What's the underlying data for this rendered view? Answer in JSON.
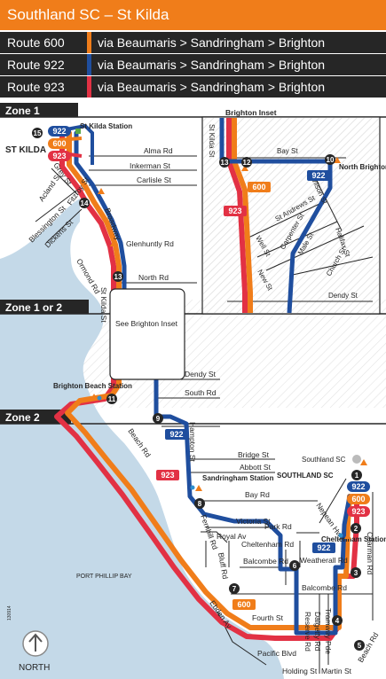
{
  "header": {
    "title": "Southland SC – St Kilda"
  },
  "routes": [
    {
      "name": "Route 600",
      "via": "via Beaumaris > Sandringham > Brighton",
      "color": "#f07d1a"
    },
    {
      "name": "Route 922",
      "via": "via Beaumaris > Sandringham > Brighton",
      "color": "#1f4e9e"
    },
    {
      "name": "Route 923",
      "via": "via Beaumaris > Sandringham > Brighton",
      "color": "#e23144"
    }
  ],
  "zones": {
    "zone1": "Zone 1",
    "zone12": "Zone 1 or 2",
    "zone2": "Zone 2"
  },
  "inset": {
    "title": "Brighton Inset",
    "streets": {
      "bay": "Bay St",
      "st_kilda": "St Kilda St",
      "wilson": "Wilson St",
      "st_andrews": "St Andrews St",
      "well": "Well St",
      "carpenter": "Carpenter St",
      "male": "Male St",
      "halifax": "Halifax St",
      "church": "Church St",
      "new": "New St",
      "dendy": "Dendy St"
    },
    "stops": {
      "s13": "13",
      "s12": "12",
      "s10": "10"
    },
    "station": "North Brighton Station",
    "route_labels": {
      "r922": "922",
      "r600": "600",
      "r923": "923"
    }
  },
  "streets": {
    "alma": "Alma Rd",
    "inkerman": "Inkerman St",
    "carlisle": "Carlisle St",
    "fitzroy": "Fitzroy St",
    "grey": "Grey St",
    "acland": "Acland St",
    "blessington": "Blessington St",
    "dickens": "Dickens St",
    "broadway": "Broadway",
    "glenhuntly": "Glenhuntly Rd",
    "ormond": "Ormond Rd",
    "north": "North Rd",
    "st_kilda": "St Kilda St",
    "dendy": "Dendy St",
    "south": "South Rd",
    "hampton": "Hampton St",
    "bridge": "Bridge St",
    "abbott": "Abbott St",
    "beach1": "Beach Rd",
    "bay": "Bay Rd",
    "fernhill": "Fernhill Rd",
    "victoria": "Victoria St",
    "royal": "Royal Av",
    "bluff": "Bluff Rd",
    "cheltenham": "Cheltenham Rd",
    "balcombe1": "Balcombe Rd",
    "balcombe2": "Balcombe Rd",
    "ebden": "Ebden Av",
    "fourth": "Fourth St",
    "reserve": "Reserve Rd",
    "dalgetty": "Dalgetty Rd",
    "tramway": "Tramway Pde",
    "pacific": "Pacific Blvd",
    "holding": "Holding St",
    "martin": "Martin St",
    "beach2": "Beach Rd",
    "park": "Park Rd",
    "nepean": "Nepean Hwy",
    "weatherall": "Weatherall Rd",
    "charman": "Charman Rd"
  },
  "places": {
    "st_kilda_station": "St Kilda Station",
    "st_kilda": "ST KILDA",
    "see_inset": "See Brighton Inset",
    "brighton_beach": "Brighton Beach Station",
    "sandringham": "Sandringham Station",
    "southland_sc": "Southland SC",
    "southland_sc_bold": "SOUTHLAND SC",
    "cheltenham_station": "Cheltenham Station",
    "port_phillip": "PORT PHILLIP BAY",
    "north": "NORTH",
    "code": "130914"
  },
  "stops": [
    "15",
    "14",
    "13",
    "11",
    "9",
    "8",
    "7",
    "6",
    "5",
    "4",
    "3",
    "2",
    "1"
  ],
  "route_badges": {
    "r922": "922",
    "r600": "600",
    "r923": "923"
  },
  "colors": {
    "orange": "#f07d1a",
    "blue": "#1f4e9e",
    "red": "#e23144",
    "dark": "#262626",
    "water": "#c4d9e8",
    "green": "#5aa846",
    "station_blue": "#2f8fce"
  }
}
